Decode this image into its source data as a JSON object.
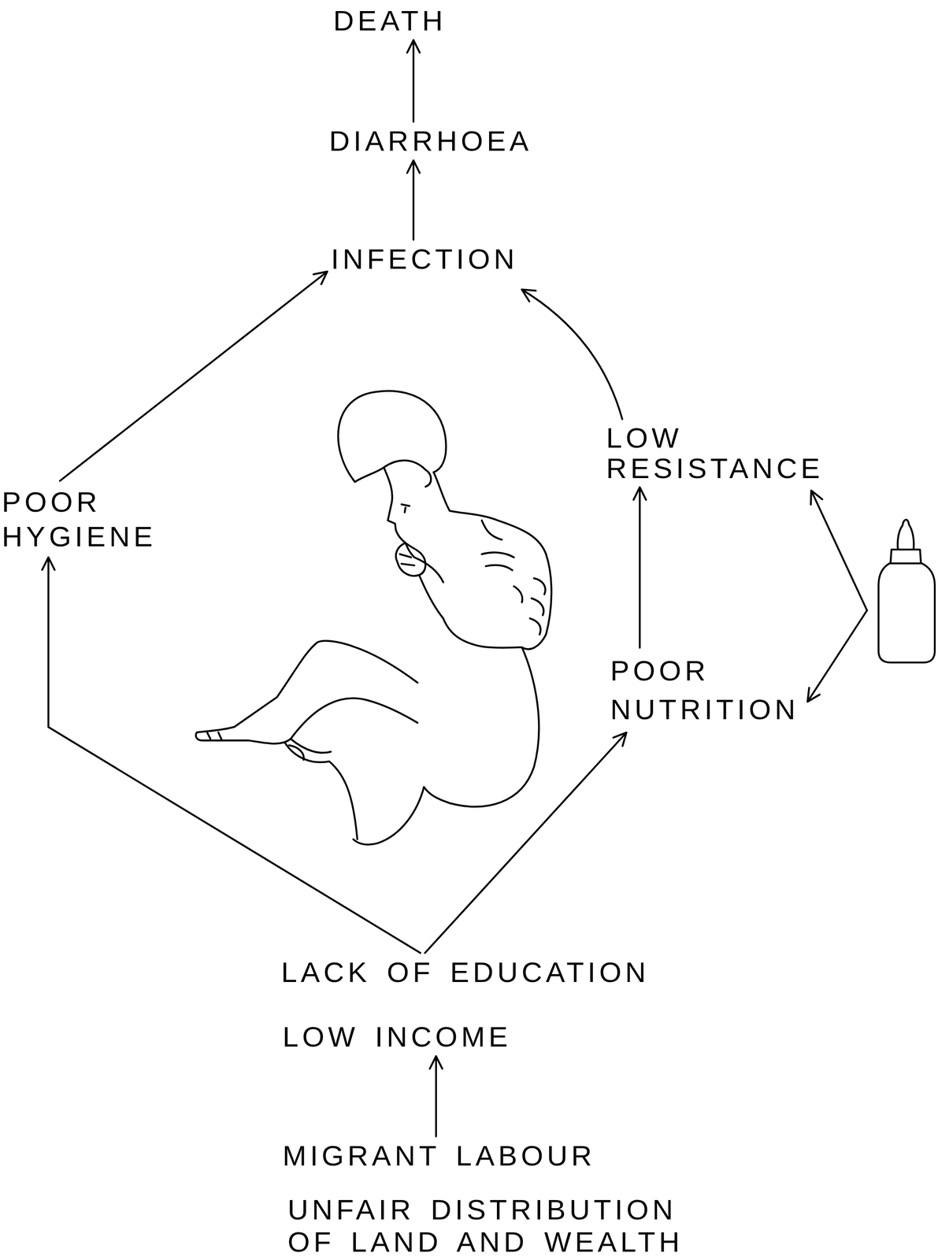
{
  "diagram": {
    "nodes": [
      {
        "text": [
          "DEATH"
        ]
      },
      {
        "text": [
          "DIARRHOEA"
        ]
      },
      {
        "text": [
          "INFECTION"
        ]
      },
      {
        "text": [
          "LOW RESISTANCE"
        ]
      },
      {
        "text": [
          "POOR HYGIENE"
        ]
      },
      {
        "text": [
          "POOR NUTRITION"
        ]
      },
      {
        "text": [
          "LACK OF EDUCATION"
        ]
      },
      {
        "text": [
          "LOW INCOME"
        ]
      },
      {
        "text": [
          "MIGRANT LABOUR"
        ]
      },
      {
        "text": [
          "UNFAIR DISTRIBUTION OF LAND AND WEALTH"
        ]
      }
    ],
    "edges": [
      {
        "from": 1,
        "to": 0,
        "arrow": "to"
      },
      {
        "from": 2,
        "to": 1,
        "arrow": "to"
      },
      {
        "from": 4,
        "to": 2,
        "arrow": "to"
      },
      {
        "from": 3,
        "to": 2,
        "arrow": "to"
      },
      {
        "from": 5,
        "to": 3,
        "arrow": "to"
      },
      {
        "from": 6,
        "to": 4,
        "arrow": "to"
      },
      {
        "from": 6,
        "to": 5,
        "arrow": "to"
      },
      {
        "from": 8,
        "to": 7,
        "arrow": "to"
      }
    ]
  }
}
